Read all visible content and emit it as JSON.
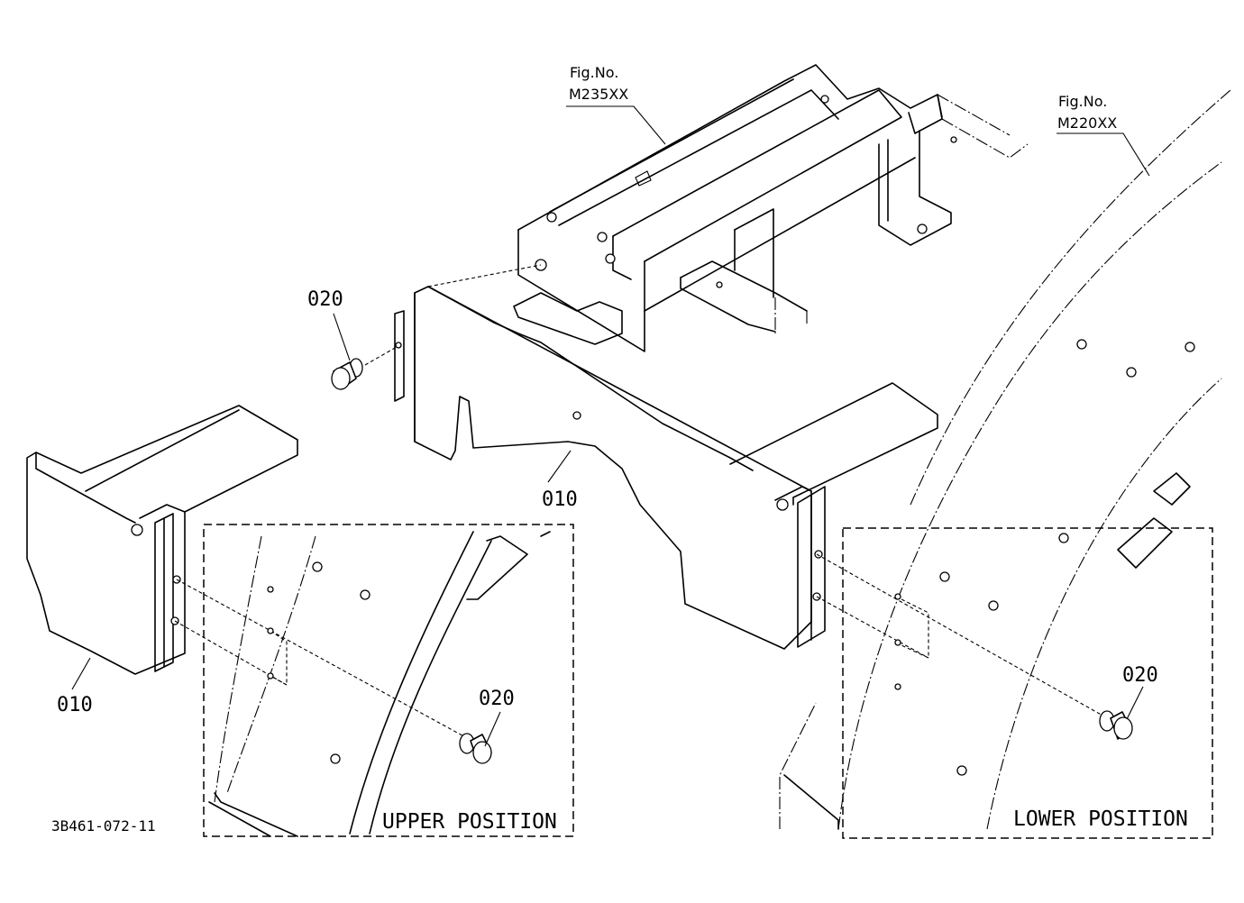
{
  "figure_refs": [
    {
      "line1": "Fig.No.",
      "line2": "M235XX"
    },
    {
      "line1": "Fig.No.",
      "line2": "M220XX"
    }
  ],
  "callouts": {
    "bolt_top": "020",
    "bracket_center": "010",
    "bracket_left": "010",
    "bolt_upper_detail": "020",
    "bolt_lower_detail": "020"
  },
  "detail_boxes": {
    "upper": "UPPER POSITION",
    "lower": "LOWER POSITION"
  },
  "drawing_number": "3B461-072-11"
}
